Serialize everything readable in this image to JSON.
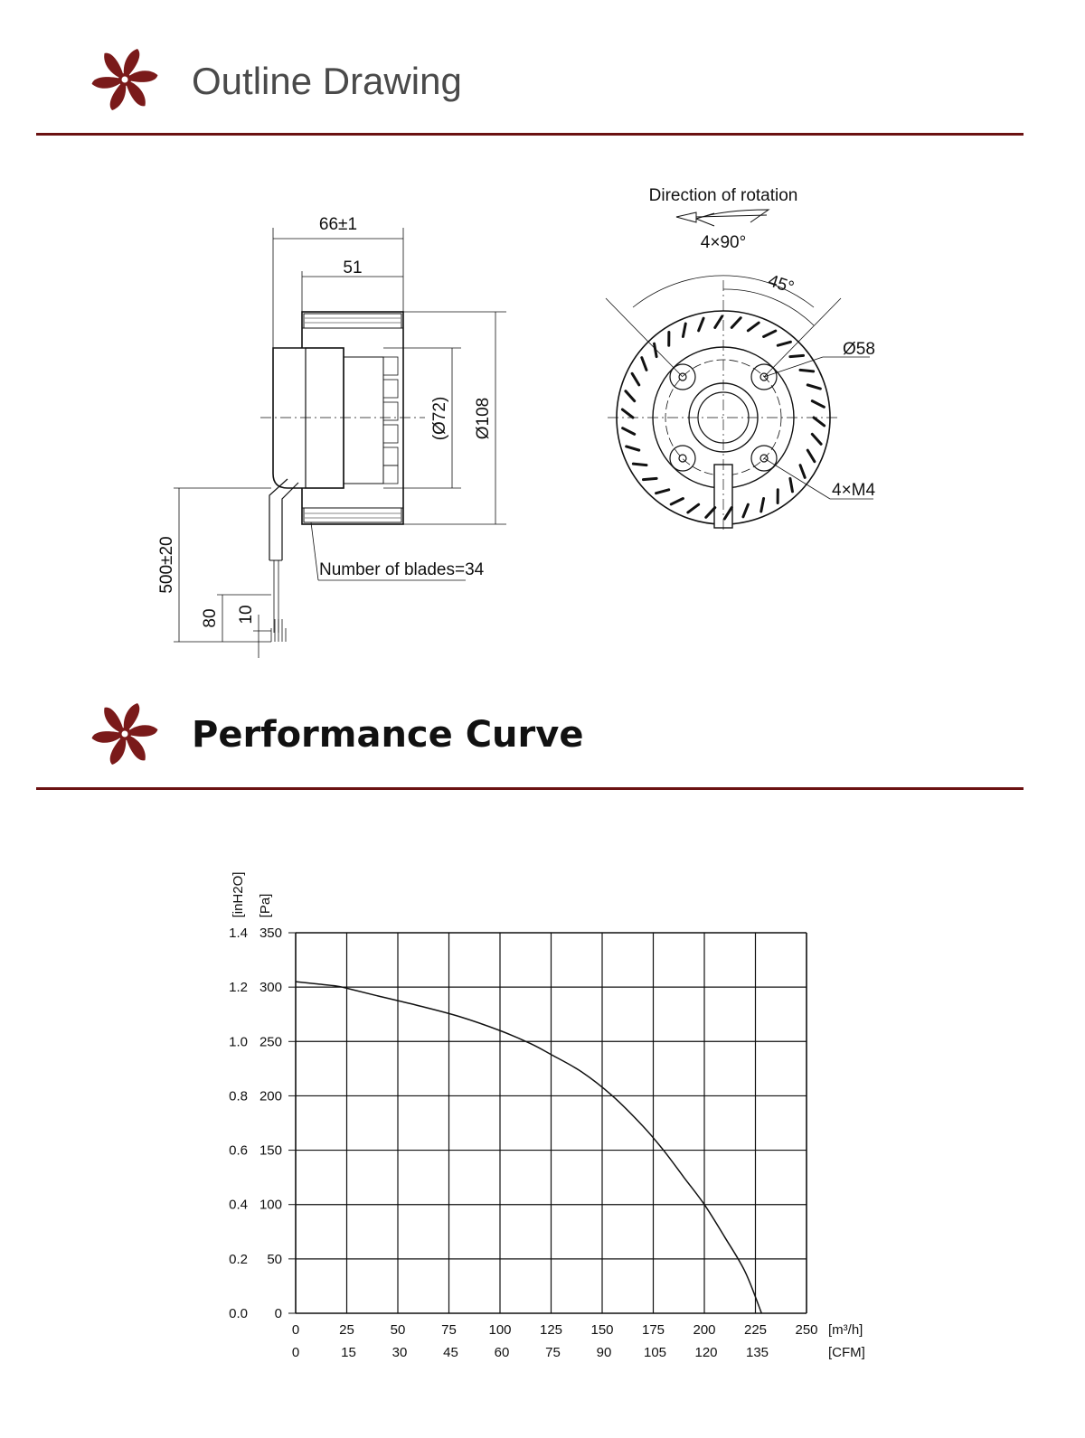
{
  "outline_section": {
    "title": "Outline Drawing"
  },
  "performance_section": {
    "title": "Performance Curve"
  },
  "colors": {
    "brand": "#7a1a1a",
    "rule": "#6b1212"
  },
  "drawing": {
    "dim_overall_length": "66±1",
    "dim_impeller_length": "51",
    "dim_inner_diameter": "(Ø72)",
    "dim_outer_diameter": "Ø108",
    "dim_cable_length": "500±20",
    "dim_strip_80": "80",
    "dim_strip_10": "10",
    "blades_note": "Number of blades=34",
    "rotation_note": "Direction of rotation",
    "angle_4x90": "4×90°",
    "angle_45": "45°",
    "dim_bolt_circle": "Ø58",
    "screw_note": "4×M4"
  },
  "chart_data": {
    "type": "line",
    "x_label_primary": "[m³/h]",
    "x_label_secondary": "[CFM]",
    "y_label_primary": "[Pa]",
    "y_label_secondary": "[inH2O]",
    "xlim": [
      0,
      250
    ],
    "ylim": [
      0,
      350
    ],
    "x_ticks": [
      0,
      25,
      50,
      75,
      100,
      125,
      150,
      175,
      200,
      225,
      250
    ],
    "x_ticks_secondary": [
      "0",
      "15",
      "30",
      "45",
      "60",
      "75",
      "90",
      "105",
      "120",
      "135"
    ],
    "y_ticks": [
      0,
      50,
      100,
      150,
      200,
      250,
      300,
      350
    ],
    "y_ticks_secondary": [
      "0.0",
      "0.2",
      "0.4",
      "0.6",
      "0.8",
      "1.0",
      "1.2",
      "1.4"
    ],
    "grid": true,
    "series": [
      {
        "x": [
          0,
          10,
          20,
          25,
          40,
          60,
          80,
          100,
          115,
          125,
          140,
          155,
          170,
          180,
          190,
          200,
          210,
          220,
          228
        ],
        "y": [
          305,
          303,
          301,
          299,
          292,
          283,
          273,
          260,
          248,
          238,
          222,
          200,
          172,
          150,
          125,
          100,
          70,
          38,
          0
        ]
      }
    ]
  }
}
